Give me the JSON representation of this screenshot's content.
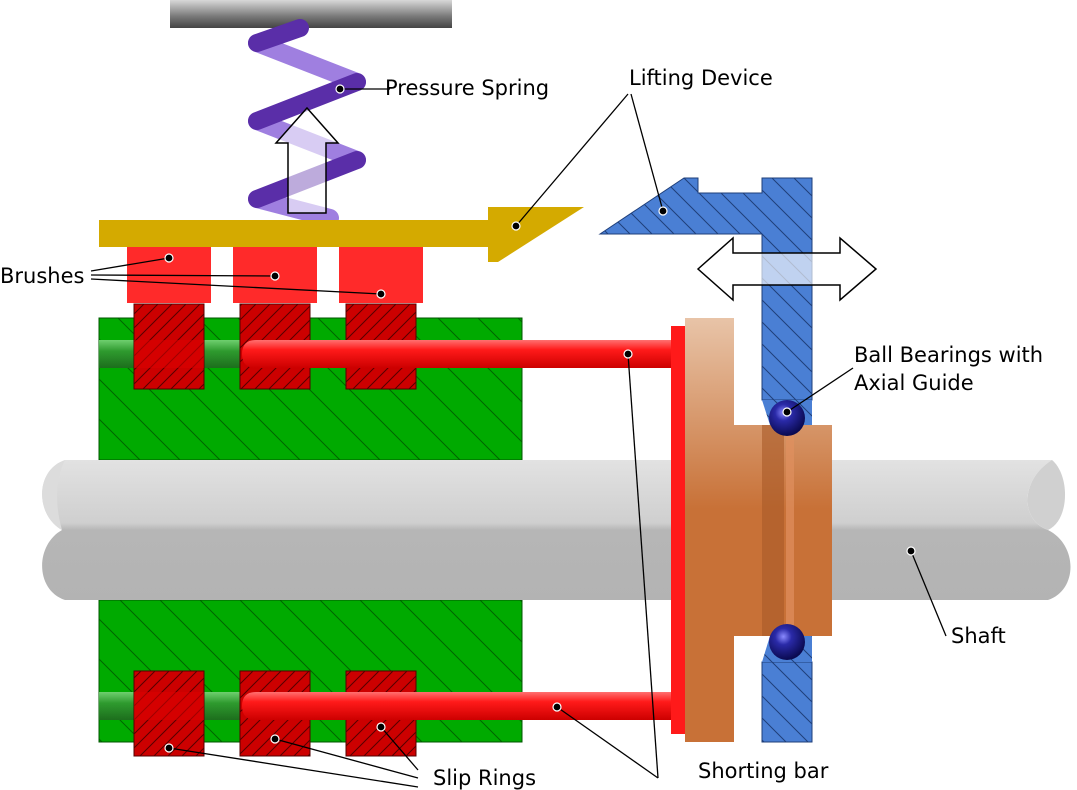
{
  "labels": {
    "pressure_spring": "Pressure Spring",
    "lifting_device": "Lifting Device",
    "brushes": "Brushes",
    "ball_bearings_line1": "Ball Bearings with",
    "ball_bearings_line2": "Axial Guide",
    "shaft": "Shaft",
    "slip_rings": "Slip Rings",
    "shorting_bar": "Shorting bar"
  },
  "colors": {
    "housing": "#00aa00",
    "slip_ring": "#d40000",
    "brush": "#ff2a2a",
    "brush_holder": "#d4aa00",
    "spring": "#6a3db8",
    "lifting_device": "#4a7fd4",
    "shaft": "#b8b8b8",
    "shorting_sleeve": "#c87137",
    "bearing": "#1a1a8c"
  }
}
